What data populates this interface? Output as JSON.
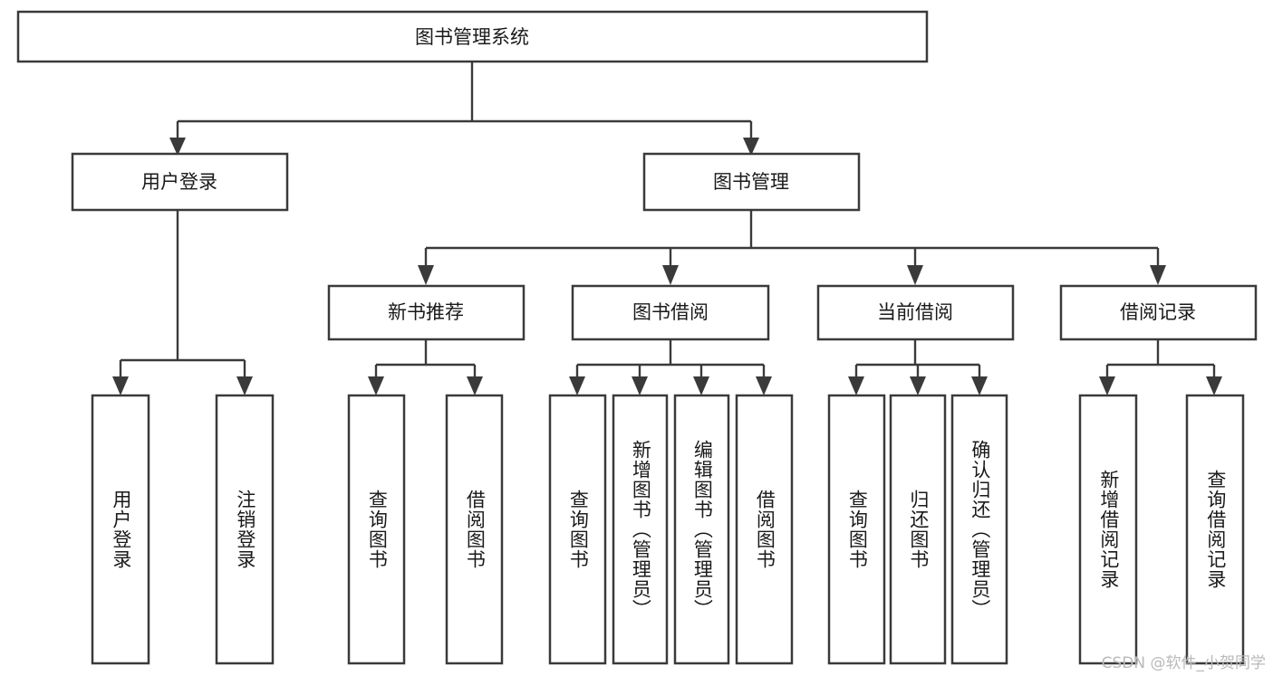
{
  "diagram": {
    "type": "tree",
    "title": "图书管理系统",
    "orientation": "top-down",
    "colors": {
      "box_stroke": "#3a3a3a",
      "box_fill": "#ffffff",
      "connector": "#3a3a3a",
      "text": "#1a1a1a",
      "background": "#ffffff",
      "watermark": "#b9b9b9"
    },
    "root": {
      "label": "图书管理系统"
    },
    "level2": [
      {
        "label": "用户登录"
      },
      {
        "label": "图书管理"
      }
    ],
    "level3": [
      {
        "label": "新书推荐"
      },
      {
        "label": "图书借阅"
      },
      {
        "label": "当前借阅"
      },
      {
        "label": "借阅记录"
      }
    ],
    "leaves_user_login": [
      {
        "label": "用户登录"
      },
      {
        "label": "注销登录"
      }
    ],
    "leaves_new_book": [
      {
        "label": "查询图书"
      },
      {
        "label": "借阅图书"
      }
    ],
    "leaves_borrow": [
      {
        "label": "查询图书"
      },
      {
        "label": "新增图书（管理员）"
      },
      {
        "label": "编辑图书（管理员）"
      },
      {
        "label": "借阅图书"
      }
    ],
    "leaves_current": [
      {
        "label": "查询图书"
      },
      {
        "label": "归还图书"
      },
      {
        "label": "确认归还（管理员）"
      }
    ],
    "leaves_records": [
      {
        "label": "新增借阅记录"
      },
      {
        "label": "查询借阅记录"
      }
    ]
  },
  "watermark": {
    "text": "CSDN @软件_小贺同学"
  }
}
